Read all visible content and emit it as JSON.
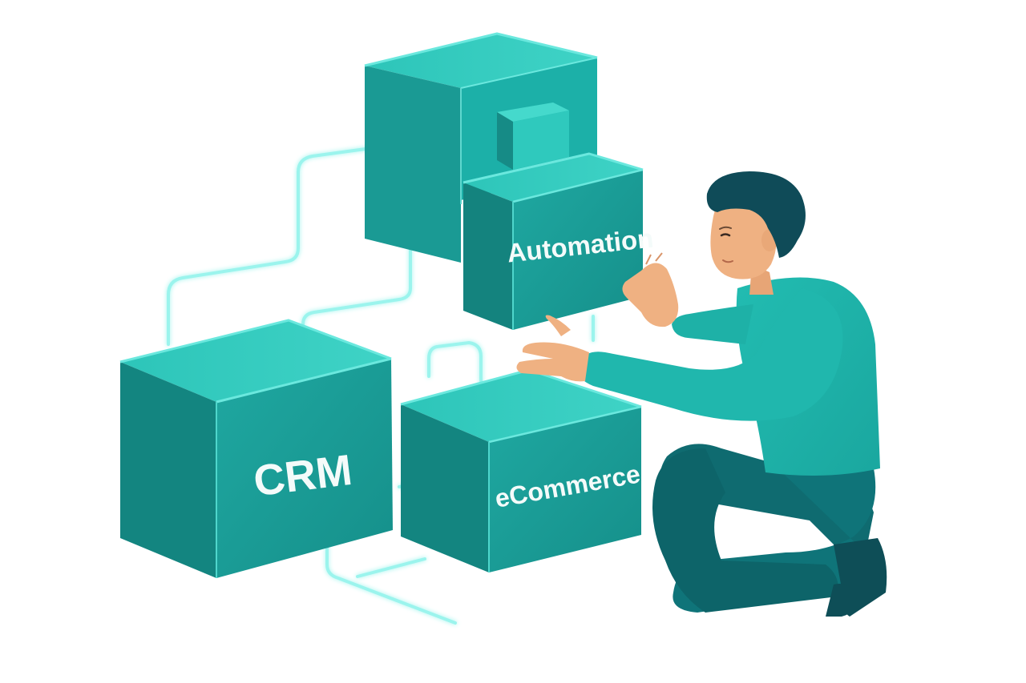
{
  "illustration": {
    "blocks": {
      "crm": "CRM",
      "ecommerce": "eCommerce",
      "automation": "Automation"
    },
    "palette": {
      "block_front": "#1a9d97",
      "block_top": "#2cc2b6",
      "block_side": "#13807b",
      "edge_highlight": "#5fe6dc",
      "connector_glow": "#7ff3ea",
      "skin": "#efb182",
      "hair": "#0f4b58",
      "shirt": "#20b7ad",
      "pants": "#0f6f73",
      "shoes": "#0e4f58"
    }
  }
}
